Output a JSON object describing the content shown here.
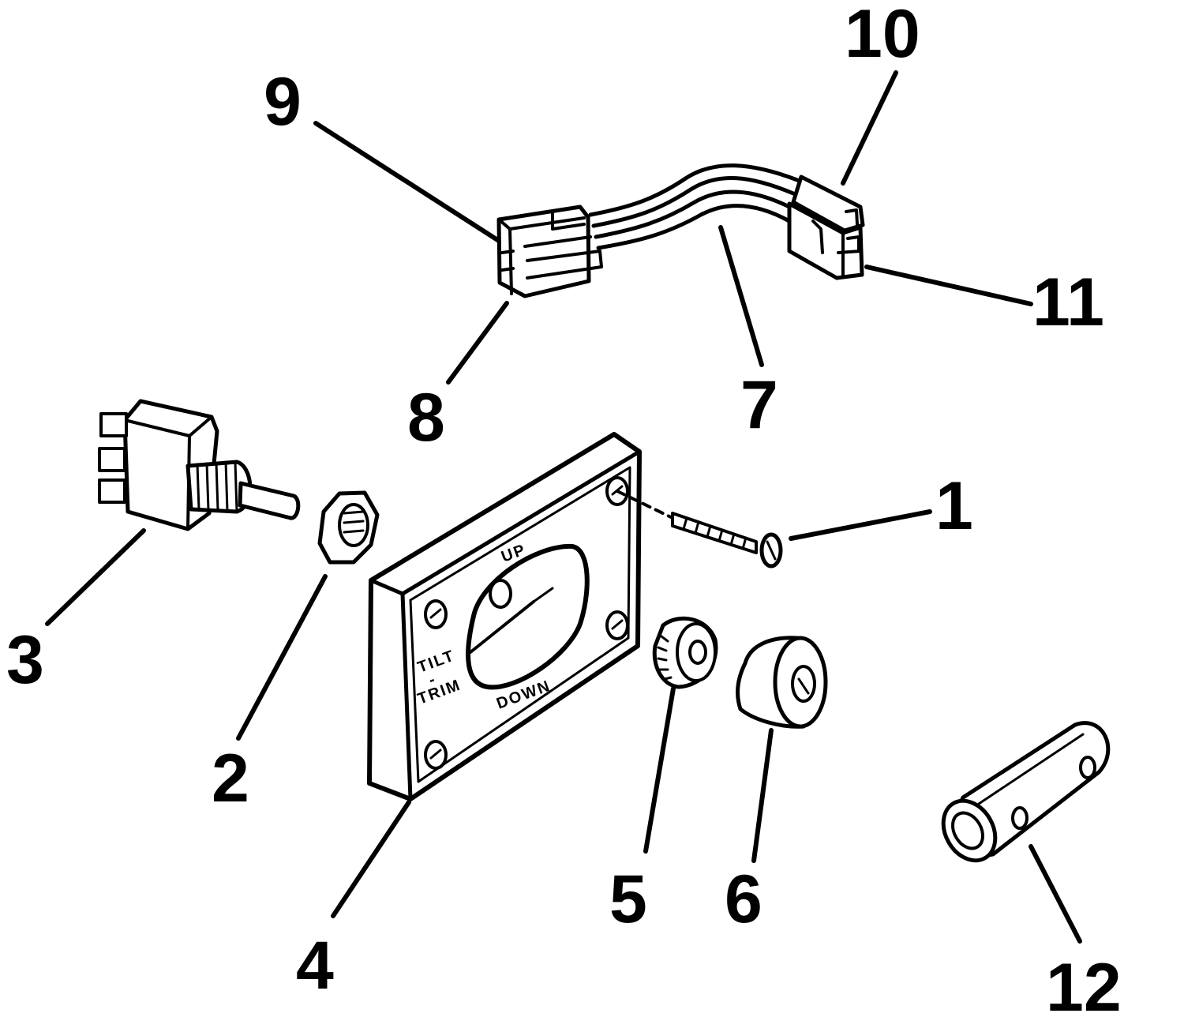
{
  "plate_labels": {
    "up": "UP",
    "down": "DOWN",
    "tilt": "TILT",
    "dash": "-",
    "trim": "TRIM"
  },
  "callouts": {
    "c1": "1",
    "c2": "2",
    "c3": "3",
    "c4": "4",
    "c5": "5",
    "c6": "6",
    "c7": "7",
    "c8": "8",
    "c9": "9",
    "c10": "10",
    "c11": "11",
    "c12": "12"
  }
}
